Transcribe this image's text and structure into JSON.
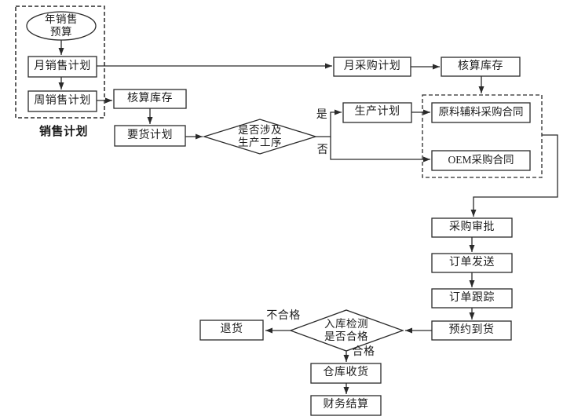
{
  "diagram": {
    "type": "flowchart",
    "colors": {
      "line": "#2a2a2a",
      "background": "#ffffff",
      "text": "#1c1c1c"
    },
    "groups": {
      "sales_plan_group_label": "销售计划"
    },
    "nodes": {
      "annual_sales_budget": "年销售\n预算",
      "monthly_sales_plan": "月销售计划",
      "weekly_sales_plan": "周销售计划",
      "inventory_check_left": "核算库存",
      "goods_request_plan": "要货计划",
      "production_process_decision": "是否涉及\n生产工序",
      "monthly_purchase_plan": "月采购计划",
      "inventory_check_right": "核算库存",
      "production_plan": "生产计划",
      "raw_auxiliary_contract": "原料辅料采购合同",
      "oem_contract": "OEM采购合同",
      "purchase_approval": "采购审批",
      "order_dispatch": "订单发送",
      "order_tracking": "订单跟踪",
      "arrival_appointment": "预约到货",
      "inspection_decision": "入库检测\n是否合格",
      "return_goods": "退货",
      "warehouse_receipt": "仓库收货",
      "financial_settlement": "财务结算"
    },
    "edge_labels": {
      "yes": "是",
      "no": "否",
      "unqualified": "不合格",
      "qualified": "合格"
    }
  }
}
